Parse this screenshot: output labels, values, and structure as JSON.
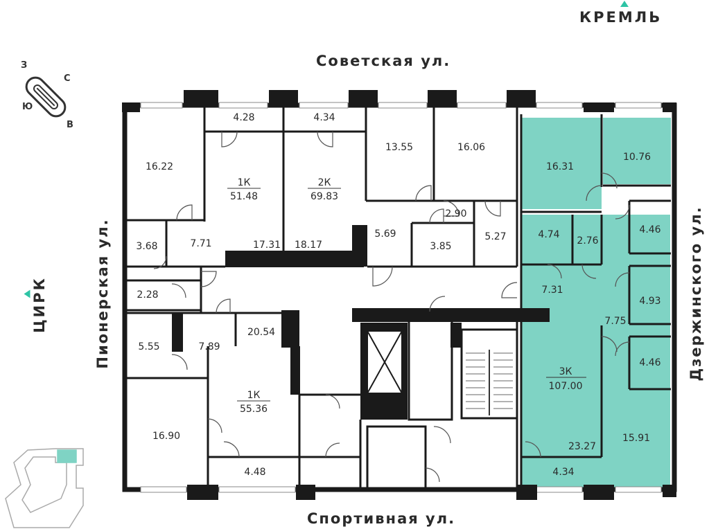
{
  "landmarks": {
    "kremlin": "КРЕМЛЬ",
    "circus": "ЦИРК"
  },
  "streets": {
    "north": "Советская ул.",
    "south": "Спортивная ул.",
    "west": "Пионерская ул.",
    "east": "Дзержинского ул."
  },
  "compass": {
    "n": "С",
    "e": "В",
    "w": "З",
    "s": "Ю"
  },
  "accent_color": "#7fd3c4",
  "apartments": [
    {
      "id": "1K-north",
      "type": "1К",
      "area": "51.48"
    },
    {
      "id": "2K-north",
      "type": "2К",
      "area": "69.83"
    },
    {
      "id": "1K-south",
      "type": "1К",
      "area": "55.36"
    },
    {
      "id": "3K-east",
      "type": "3К",
      "area": "107.00"
    }
  ],
  "rooms": {
    "r1628": "4.28",
    "r434a": "4.34",
    "r1622": "16.22",
    "r1355": "13.55",
    "r1606": "16.06",
    "r1631": "16.31",
    "r1076": "10.76",
    "r290": "2.90",
    "r569": "5.69",
    "r385": "3.85",
    "r527": "5.27",
    "r474": "4.74",
    "r276": "2.76",
    "r446a": "4.46",
    "r368": "3.68",
    "r771": "7.71",
    "r1731": "17.31",
    "r1817": "18.17",
    "r731": "7.31",
    "r493": "4.93",
    "r228": "2.28",
    "r775": "7.75",
    "r555": "5.55",
    "r789": "7.89",
    "r2054": "20.54",
    "r446b": "4.46",
    "r1690": "16.90",
    "r2327": "23.27",
    "r1591": "15.91",
    "r448": "4.48",
    "r434b": "4.34"
  }
}
